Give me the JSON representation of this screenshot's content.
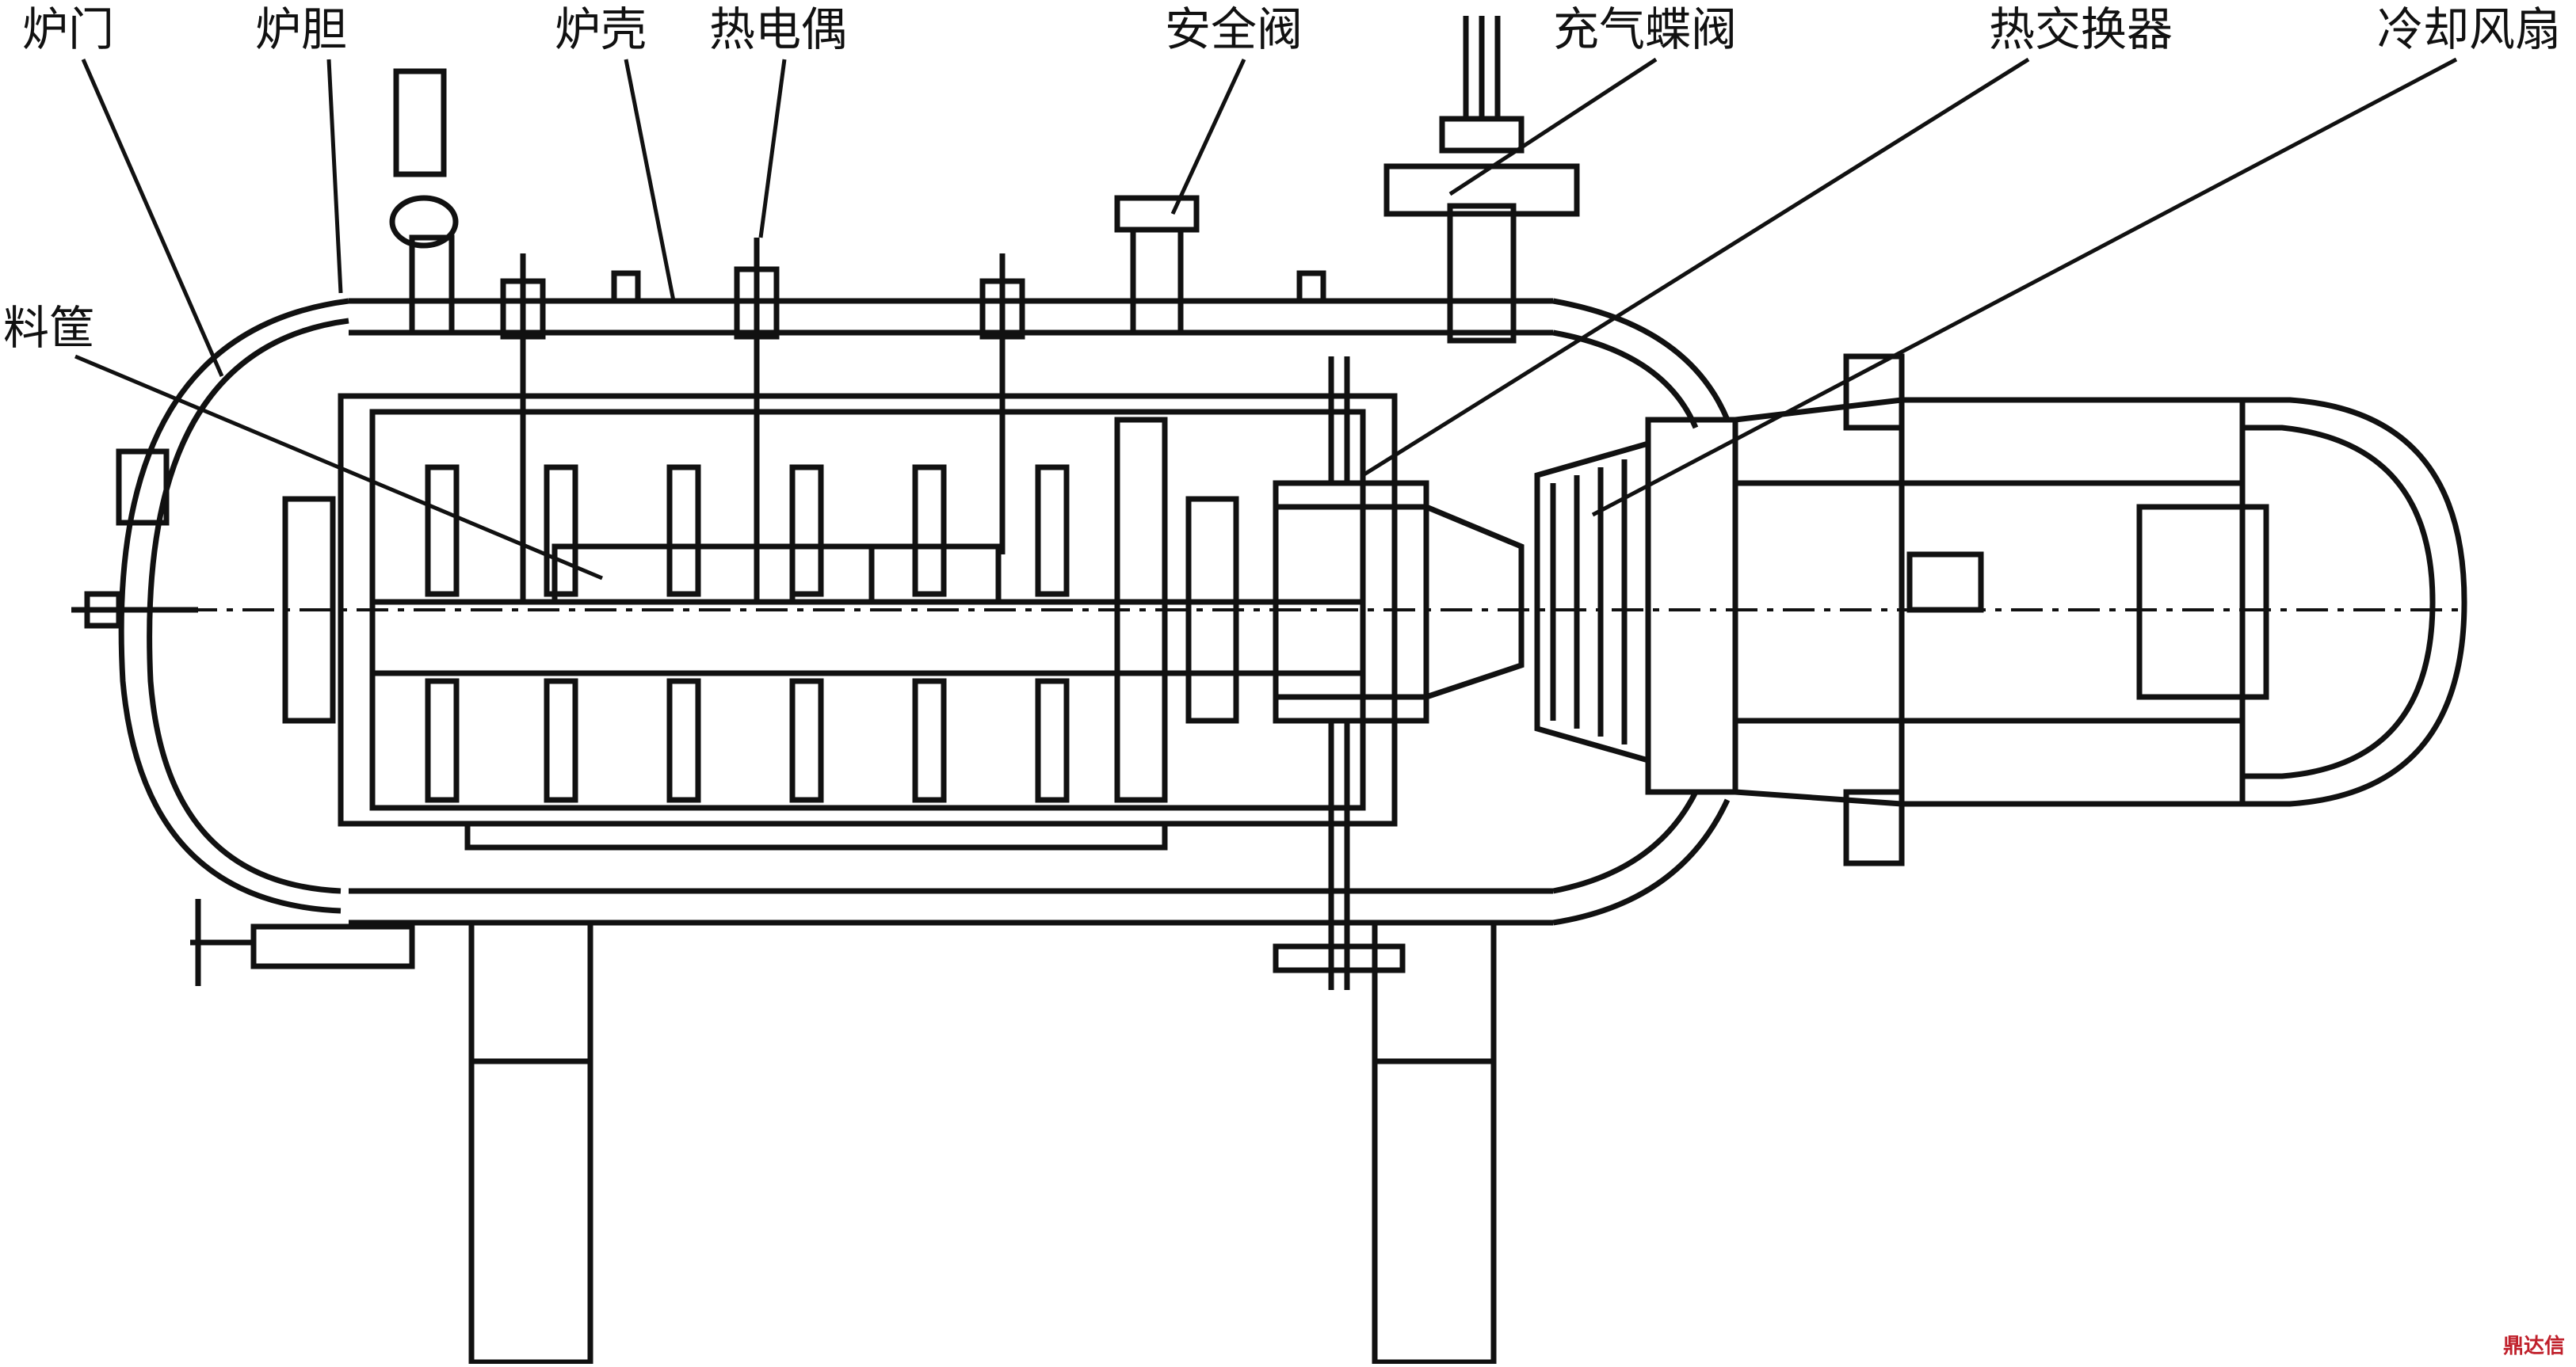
{
  "labels": {
    "furnace_door": "炉门",
    "furnace_liner": "炉胆",
    "furnace_shell": "炉壳",
    "thermocouple": "热电偶",
    "safety_valve": "安全阀",
    "gas_fill_valve": "充气蝶阀",
    "heat_exchanger": "热交换器",
    "cooling_fan": "冷却风扇",
    "material_basket": "料筐"
  },
  "watermark": "鼎达信"
}
